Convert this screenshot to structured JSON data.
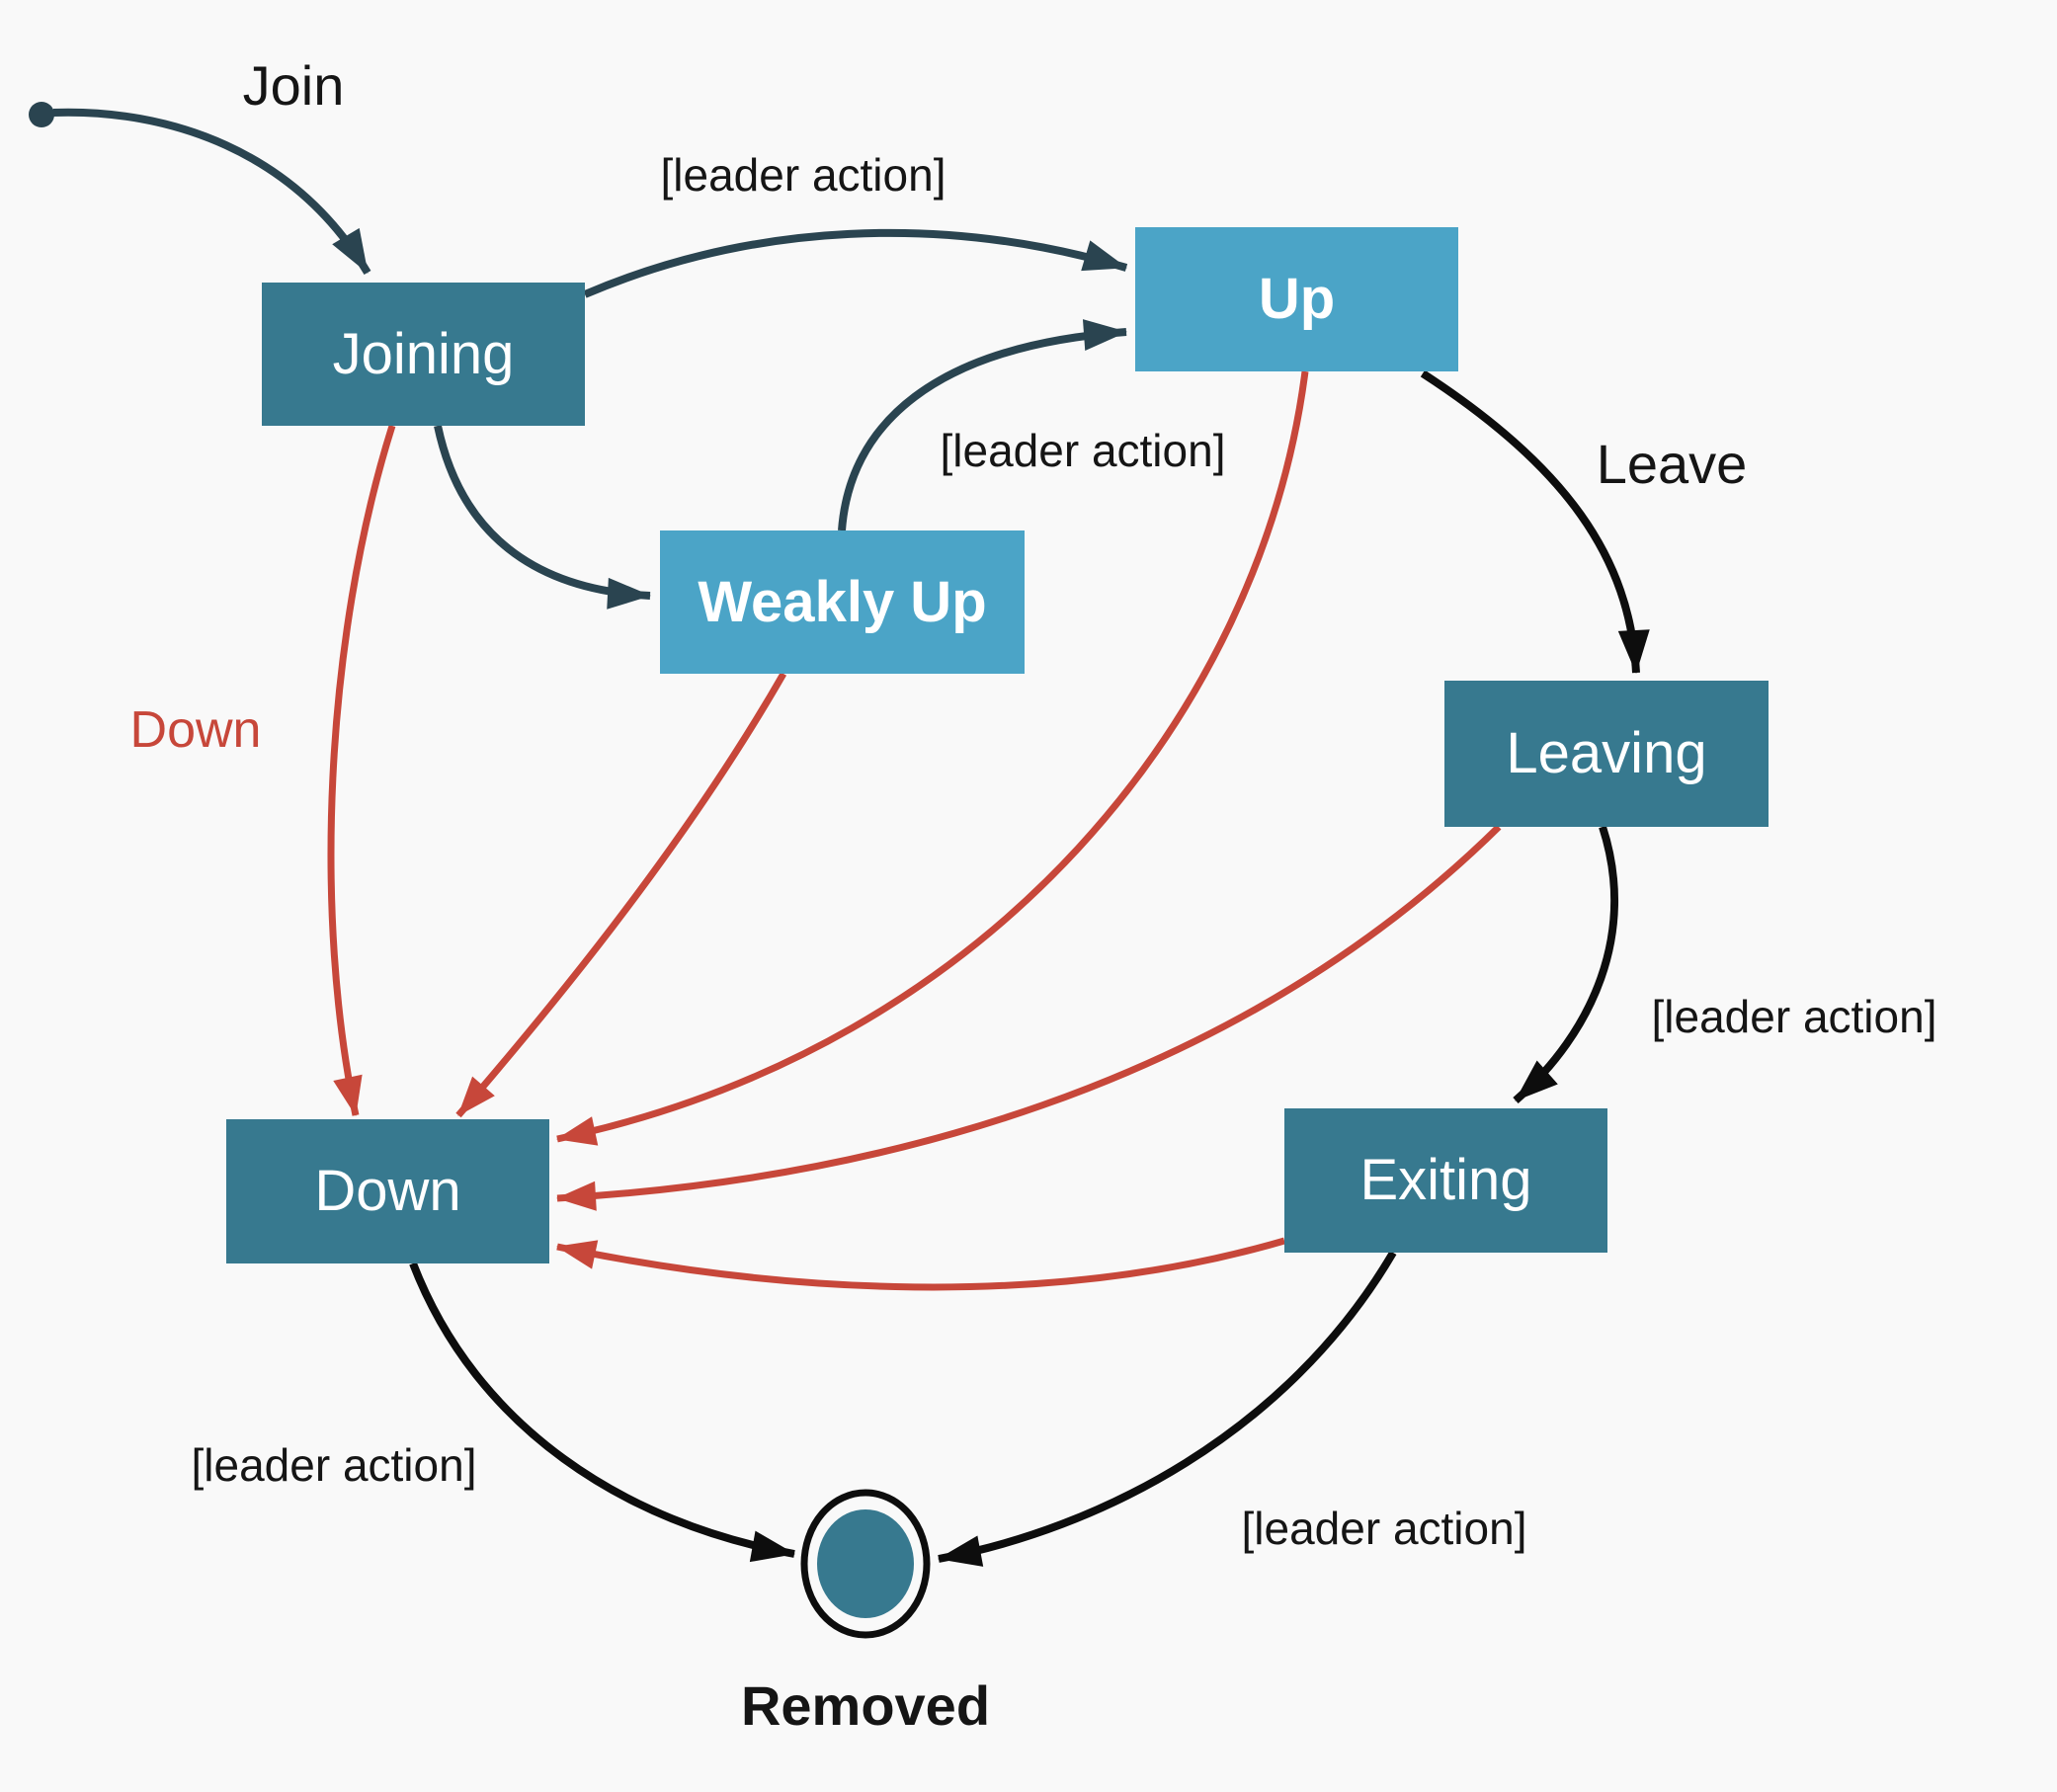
{
  "diagram": {
    "type": "state-machine",
    "description": "Cluster membership lifecycle state diagram",
    "colors": {
      "background": "#F9F9F9",
      "state_fill_dark": "#37798F",
      "state_fill_light": "#4BA4C7",
      "state_text": "#FFFFFF",
      "arrow_navy": "#2A4450",
      "arrow_red": "#C7473A",
      "arrow_black": "#0D0D0D",
      "label_text": "#151515"
    },
    "states": {
      "joining": {
        "label": "Joining",
        "variant": "dark"
      },
      "up": {
        "label": "Up",
        "variant": "light"
      },
      "weakly_up": {
        "label": "Weakly Up",
        "variant": "light"
      },
      "leaving": {
        "label": "Leaving",
        "variant": "dark"
      },
      "down": {
        "label": "Down",
        "variant": "dark"
      },
      "exiting": {
        "label": "Exiting",
        "variant": "dark"
      },
      "removed": {
        "label": "Removed",
        "variant": "final"
      }
    },
    "labels": {
      "join": "Join",
      "leader_action_top": "[leader action]",
      "leader_action_mid": "[leader action]",
      "leave": "Leave",
      "down": "Down",
      "leader_action_right": "[leader action]",
      "leader_action_bottom_left": "[leader action]",
      "leader_action_bottom_right": "[leader action]"
    },
    "transitions": [
      {
        "from": "start",
        "to": "joining",
        "label": "Join",
        "color": "navy"
      },
      {
        "from": "joining",
        "to": "up",
        "label": "[leader action]",
        "color": "navy"
      },
      {
        "from": "joining",
        "to": "weakly_up",
        "label": "",
        "color": "navy"
      },
      {
        "from": "weakly_up",
        "to": "up",
        "label": "[leader action]",
        "color": "navy"
      },
      {
        "from": "up",
        "to": "leaving",
        "label": "Leave",
        "color": "black"
      },
      {
        "from": "leaving",
        "to": "exiting",
        "label": "[leader action]",
        "color": "black"
      },
      {
        "from": "joining",
        "to": "down",
        "label": "Down",
        "color": "red"
      },
      {
        "from": "weakly_up",
        "to": "down",
        "label": "",
        "color": "red"
      },
      {
        "from": "up",
        "to": "down",
        "label": "",
        "color": "red"
      },
      {
        "from": "leaving",
        "to": "down",
        "label": "",
        "color": "red"
      },
      {
        "from": "exiting",
        "to": "down",
        "label": "",
        "color": "red"
      },
      {
        "from": "down",
        "to": "removed",
        "label": "[leader action]",
        "color": "black"
      },
      {
        "from": "exiting",
        "to": "removed",
        "label": "[leader action]",
        "color": "black"
      }
    ]
  }
}
